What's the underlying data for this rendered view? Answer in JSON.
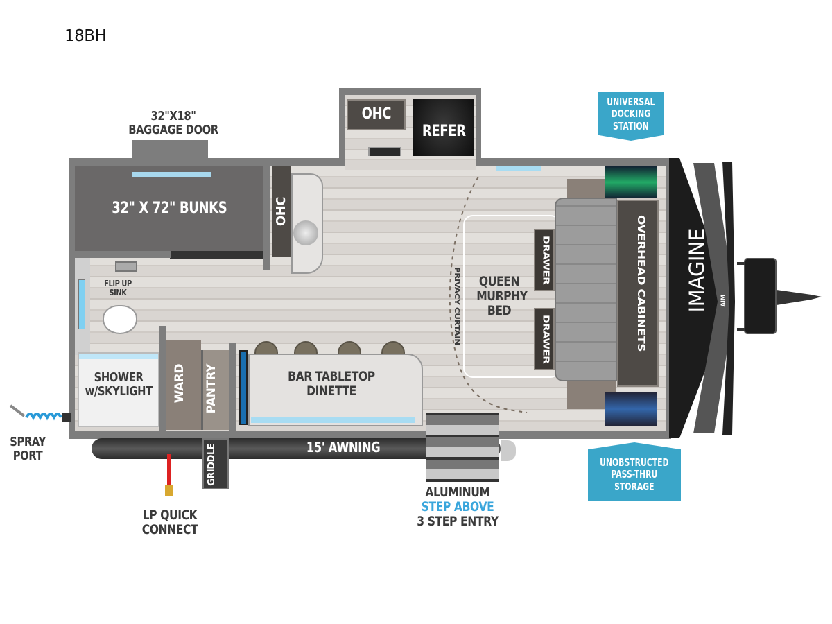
{
  "model": "18BH",
  "labels": {
    "baggage_door": "32\"X18\"\nBAGGAGE DOOR",
    "baggage_line1": "32\"X18\"",
    "baggage_line2": "BAGGAGE DOOR",
    "bunks": "32\" X 72\" BUNKS",
    "ohc_top": "OHC",
    "ohc_side": "OHC",
    "refer": "REFER",
    "flip_up_sink_1": "FLIP UP",
    "flip_up_sink_2": "SINK",
    "shower_1": "SHOWER",
    "shower_2": "w/SKYLIGHT",
    "ward": "WARD",
    "pantry": "PANTRY",
    "dinette": "BAR TABLETOP DINETTE",
    "privacy_curtain": "PRIVACY CURTAIN",
    "bed_1": "QUEEN",
    "bed_2": "MURPHY",
    "bed_3": "BED",
    "drawer_1": "DRAWER",
    "drawer_2": "DRAWER",
    "overhead_cabinets": "OVERHEAD CABINETS",
    "brand": "IMAGINE",
    "brand_sub": "AIM",
    "awning": "15' AWNING",
    "griddle": "GRIDDLE",
    "spray_1": "SPRAY",
    "spray_2": "PORT",
    "lp_1": "LP QUICK",
    "lp_2": "CONNECT",
    "step_1": "ALUMINUM",
    "step_2": "STEP ABOVE",
    "step_3": "3 STEP ENTRY"
  },
  "callouts": {
    "docking_1": "UNIVERSAL",
    "docking_2": "DOCKING",
    "docking_3": "STATION",
    "storage_1": "UNOBSTRUCTED",
    "storage_2": "PASS-THRU",
    "storage_3": "STORAGE"
  },
  "colors": {
    "accent": "#3aa6c9",
    "wall": "#7d7d7d",
    "step_above": "#3aa6dc"
  }
}
